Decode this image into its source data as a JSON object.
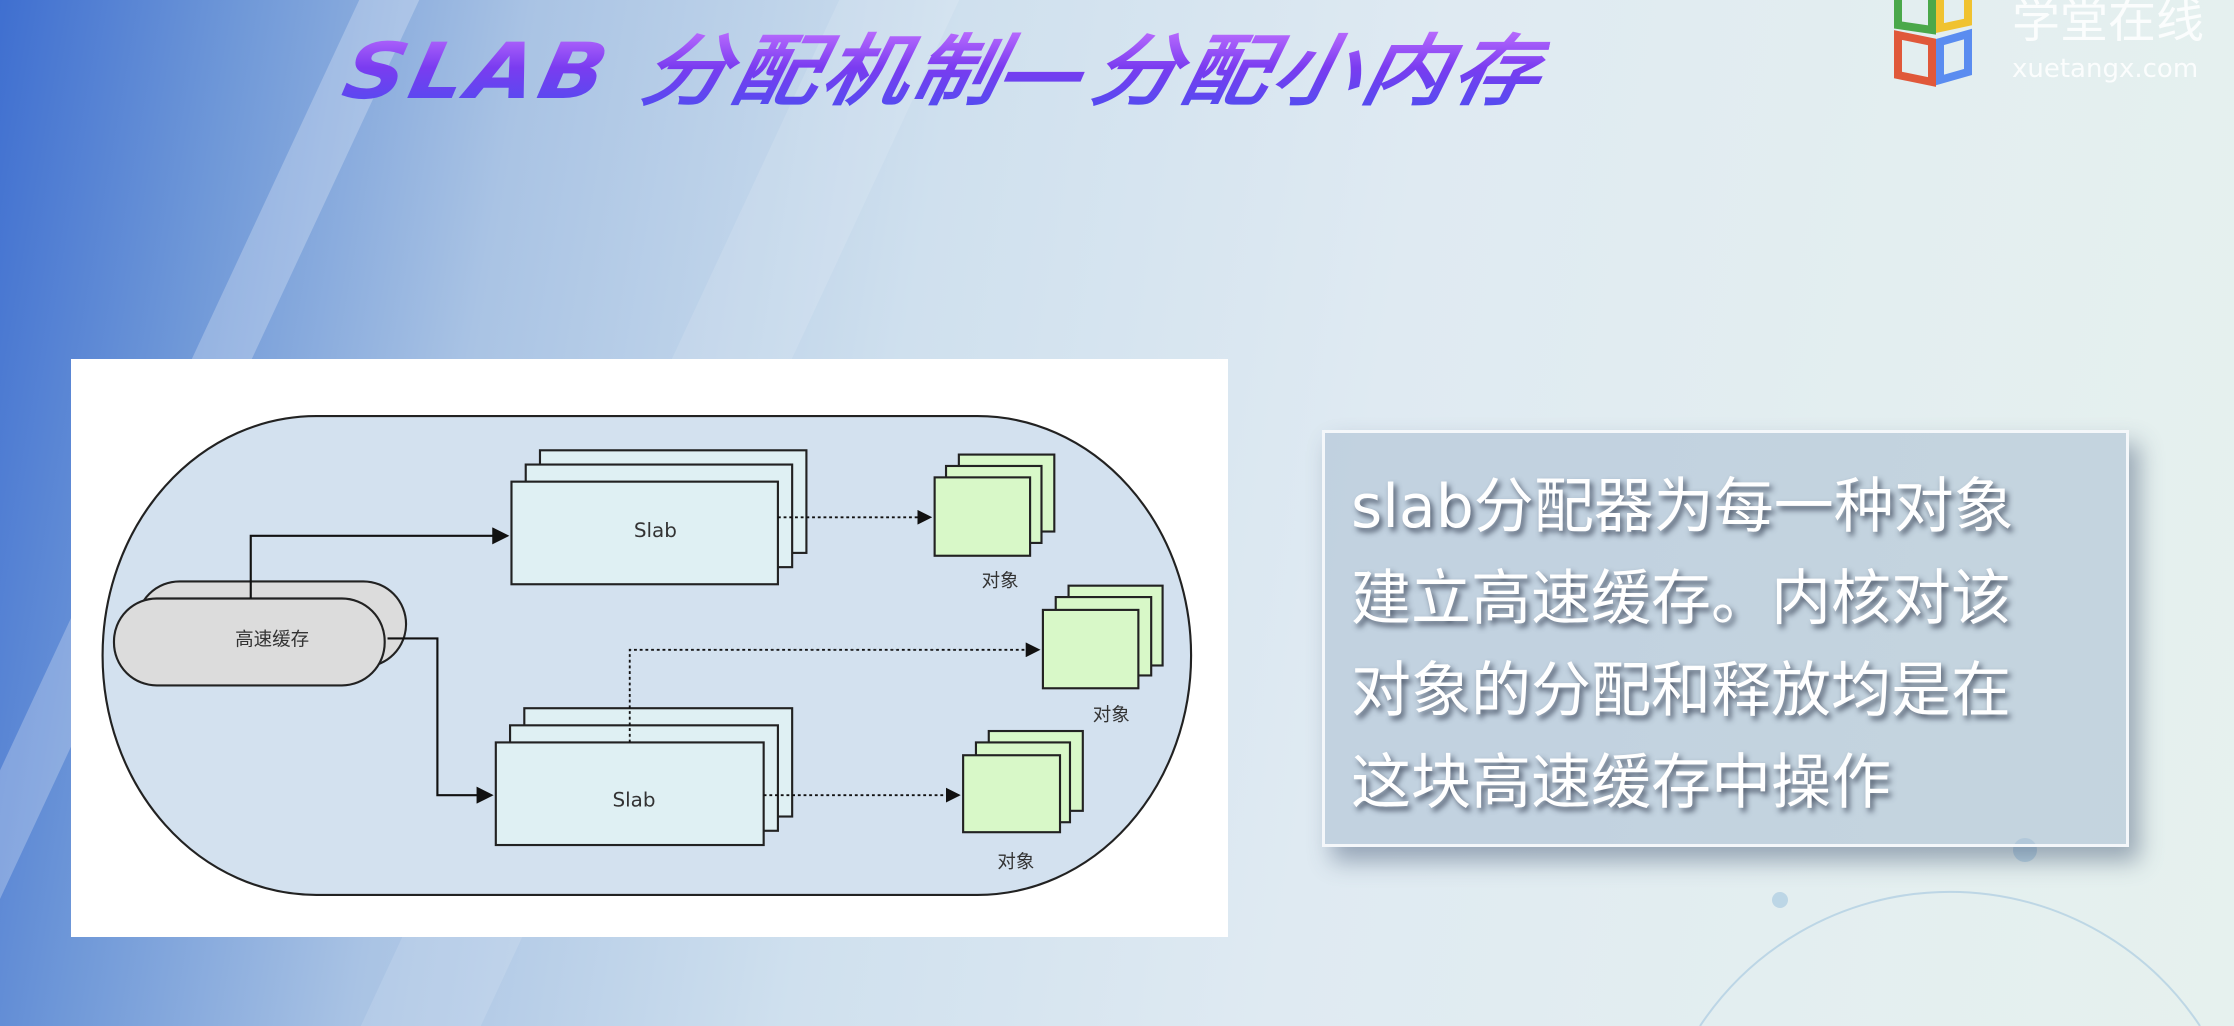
{
  "slide": {
    "title": "SLAB 分配机制—分配小内存",
    "logo": {
      "name": "学堂在线",
      "url_text": "xuetangx.com"
    },
    "diagram": {
      "cache_label": "高速缓存",
      "slab_labels": [
        "Slab",
        "Slab"
      ],
      "object_labels": [
        "对象",
        "对象",
        "对象"
      ]
    },
    "description_lines": [
      "slab分配器为每一种对象",
      "建立高速缓存。内核对该",
      "对象的分配和释放均是在",
      "这块高速缓存中操作"
    ]
  },
  "colors": {
    "title": "#6a45f0",
    "slab_fill": "#dff0f3",
    "object_fill": "#d8f8c8",
    "cache_fill": "#dcdcdc",
    "container_fill": "#d3e1ef"
  }
}
